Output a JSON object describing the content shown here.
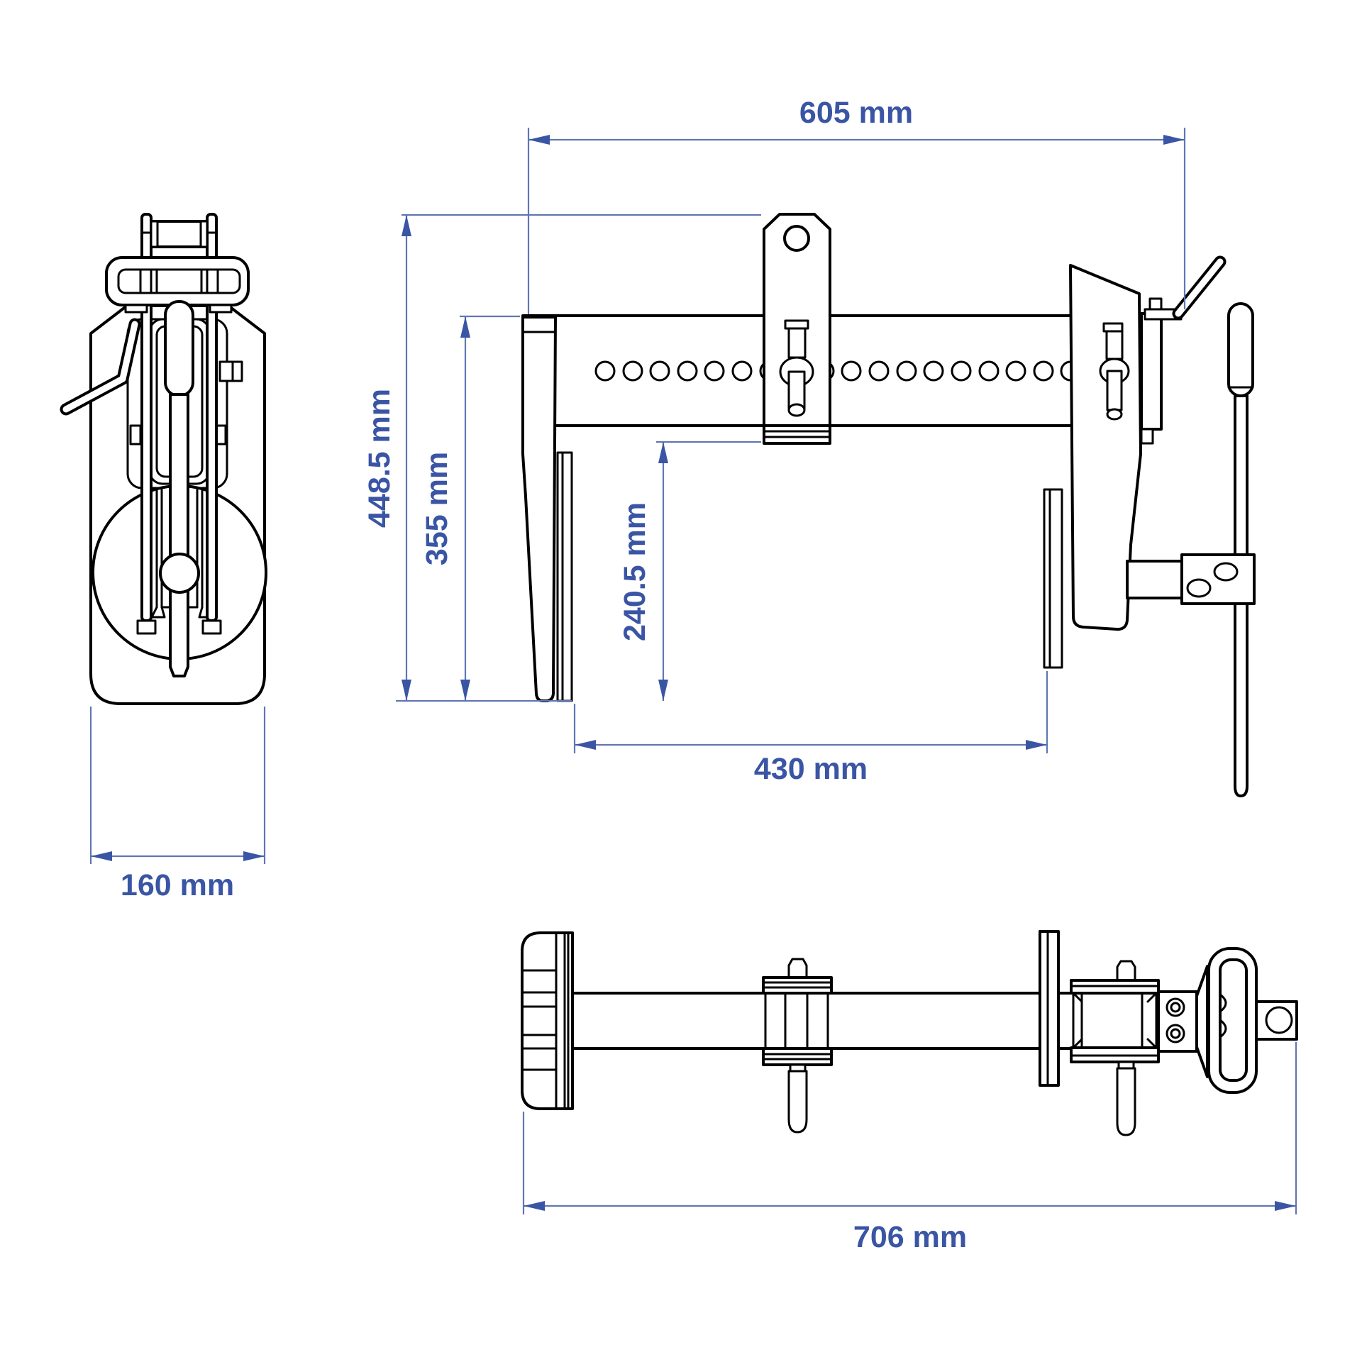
{
  "colors": {
    "background": "#ffffff",
    "drawing_line": "#000000",
    "dimension_text": "#3a55a4",
    "dimension_line": "#6076b4"
  },
  "dimensions": {
    "top_width": "605 mm",
    "overall_height": "448.5 mm",
    "jaw_height": "355 mm",
    "throat_depth": "240.5 mm",
    "jaw_opening": "430 mm",
    "side_depth": "160 mm",
    "overall_length": "706 mm"
  }
}
